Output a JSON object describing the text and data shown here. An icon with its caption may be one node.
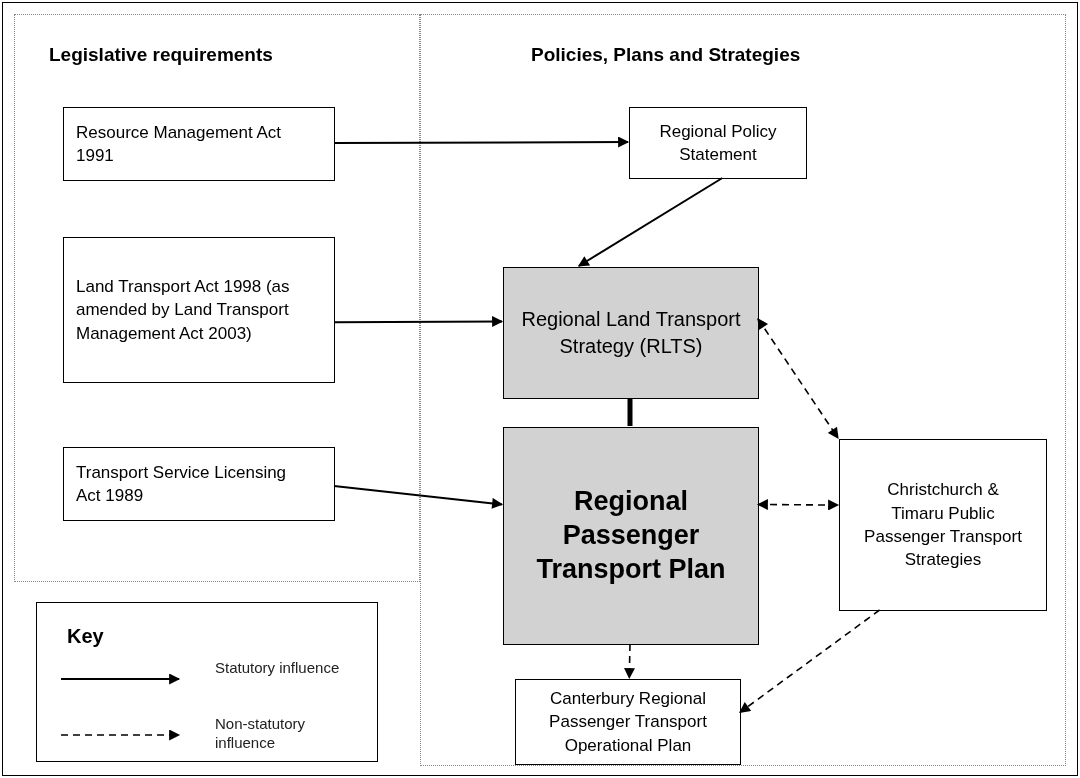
{
  "diagram": {
    "nodes": [
      {
        "text": [
          "Legislative requirements"
        ]
      },
      {
        "text": [
          "Resource Management Act 1991"
        ],
        "in": 0
      },
      {
        "text": [
          "Land Transport Act 1998 (as amended by Land Transport Management Act 2003)"
        ],
        "in": 0
      },
      {
        "text": [
          "Transport Service Licensing Act 1989"
        ],
        "in": 0
      },
      {
        "text": [
          "Policies, Plans and Strategies"
        ]
      },
      {
        "text": [
          "Regional Policy Statement"
        ],
        "in": 4
      },
      {
        "text": [
          "Regional Land Transport Strategy (RLTS)"
        ],
        "in": 4
      },
      {
        "text": [
          "Regional Passenger Transport Plan"
        ],
        "in": 4
      },
      {
        "text": [
          "Christchurch & Timaru Public Passenger Transport Strategies"
        ],
        "in": 4
      },
      {
        "text": [
          "Canterbury Regional Passenger Transport Operational Plan"
        ],
        "in": 4
      }
    ],
    "edges": [
      {
        "from": 1,
        "to": 5,
        "arrow": "to"
      },
      {
        "from": 5,
        "to": 6,
        "arrow": "to"
      },
      {
        "from": 2,
        "to": 6,
        "arrow": "to"
      },
      {
        "from": 3,
        "to": 7,
        "arrow": "to"
      },
      {
        "from": 6,
        "to": 7,
        "arrow": "none",
        "style": "thick"
      },
      {
        "from": 6,
        "to": 8,
        "arrow": "both",
        "style": "dashed"
      },
      {
        "from": 7,
        "to": 8,
        "arrow": "both",
        "style": "dashed"
      },
      {
        "from": 7,
        "to": 9,
        "arrow": "to",
        "style": "dashed"
      },
      {
        "from": 8,
        "to": 9,
        "arrow": "to",
        "style": "dashed"
      }
    ],
    "labels": [
      "Key"
    ],
    "legend": [
      {
        "text": "Statutory influence"
      },
      {
        "text": "Non-statutory influence"
      }
    ]
  }
}
